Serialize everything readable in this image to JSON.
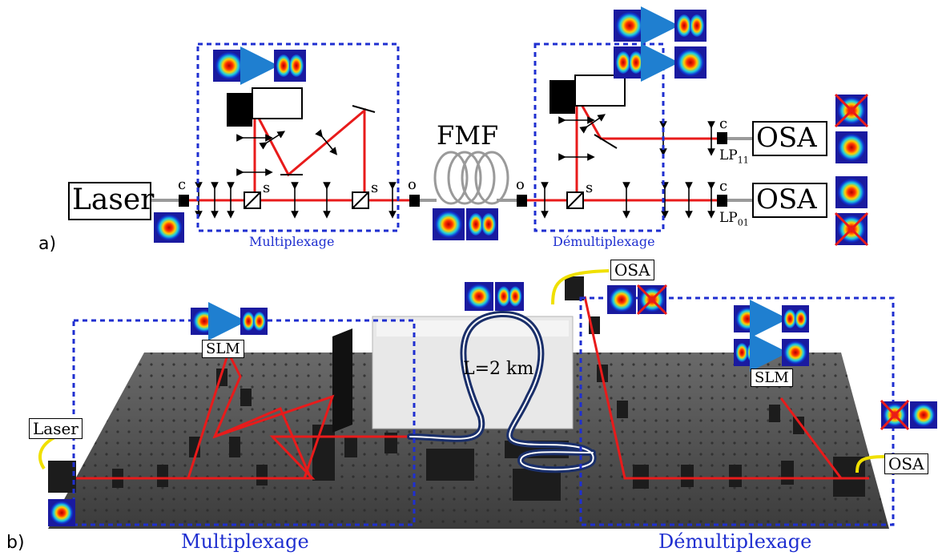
{
  "panel_a": {
    "letter": "a)",
    "laser": "Laser",
    "fmf": "FMF",
    "osa_top": "OSA",
    "osa_bottom": "OSA",
    "mux_label": "Multiplexage",
    "demux_label": "Démultiplexage",
    "c_left": "c",
    "o_left": "o",
    "o_right": "o",
    "c_top_right": "c",
    "c_bottom_right": "c",
    "s_1": "s",
    "s_2": "s",
    "s_3": "s",
    "lp11": "LP",
    "lp11_sub": "11",
    "lp01": "LP",
    "lp01_sub": "01"
  },
  "panel_b": {
    "letter": "b)",
    "laser": "Laser",
    "slm_left": "SLM",
    "slm_right": "SLM",
    "osa_top": "OSA",
    "osa_right": "OSA",
    "fiber_length": "L=2 km",
    "mux_label": "Multiplexage",
    "demux_label": "Démultiplexage"
  },
  "colors": {
    "beam": "#e81b1b",
    "dashed_box": "#1f2fd0",
    "arrow_blue": "#1f7fd0",
    "fiber_grey": "#9a9a9a",
    "table_bg": "#4a4a4a"
  }
}
